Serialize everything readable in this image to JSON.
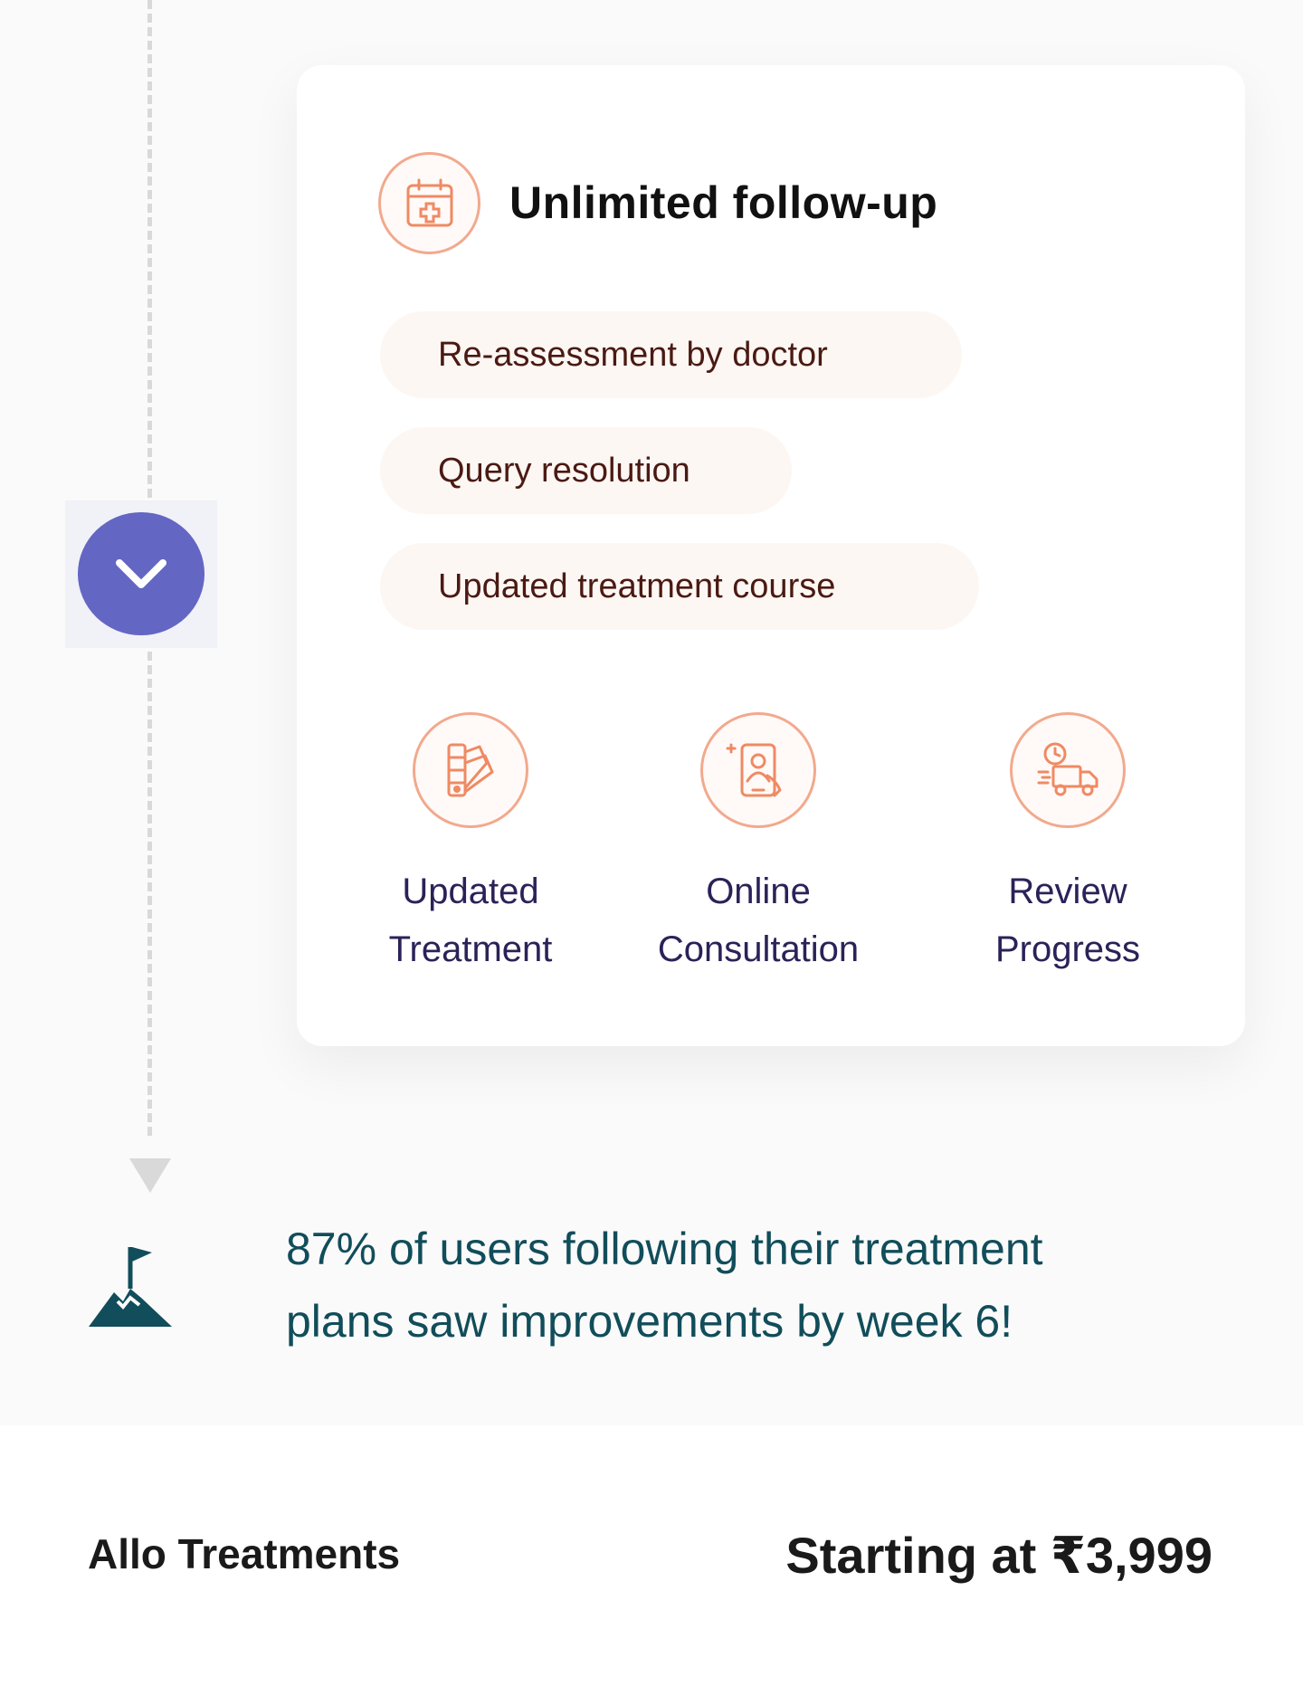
{
  "card": {
    "title": "Unlimited follow-up",
    "header_icon": "calendar-medical-icon",
    "chips": [
      "Re-assessment by doctor",
      "Query resolution",
      "Updated treatment course"
    ],
    "features": [
      {
        "label": "Updated\nTreatment",
        "icon": "treatment-swatch-icon"
      },
      {
        "label": "Online\nConsultation",
        "icon": "phone-doctor-icon"
      },
      {
        "label": "Review\nProgress",
        "icon": "delivery-truck-clock-icon"
      }
    ]
  },
  "milestone": {
    "icon": "mountain-flag-icon",
    "text": "87% of users following their treatment plans saw improvements by week 6!"
  },
  "footer": {
    "title": "Allo Treatments",
    "price": "Starting at ₹3,999"
  },
  "colors": {
    "accent": "#6366c2",
    "icon_stroke": "#ef8a64",
    "teal_text": "#114d5a",
    "chip_bg": "#fdf7f4"
  }
}
